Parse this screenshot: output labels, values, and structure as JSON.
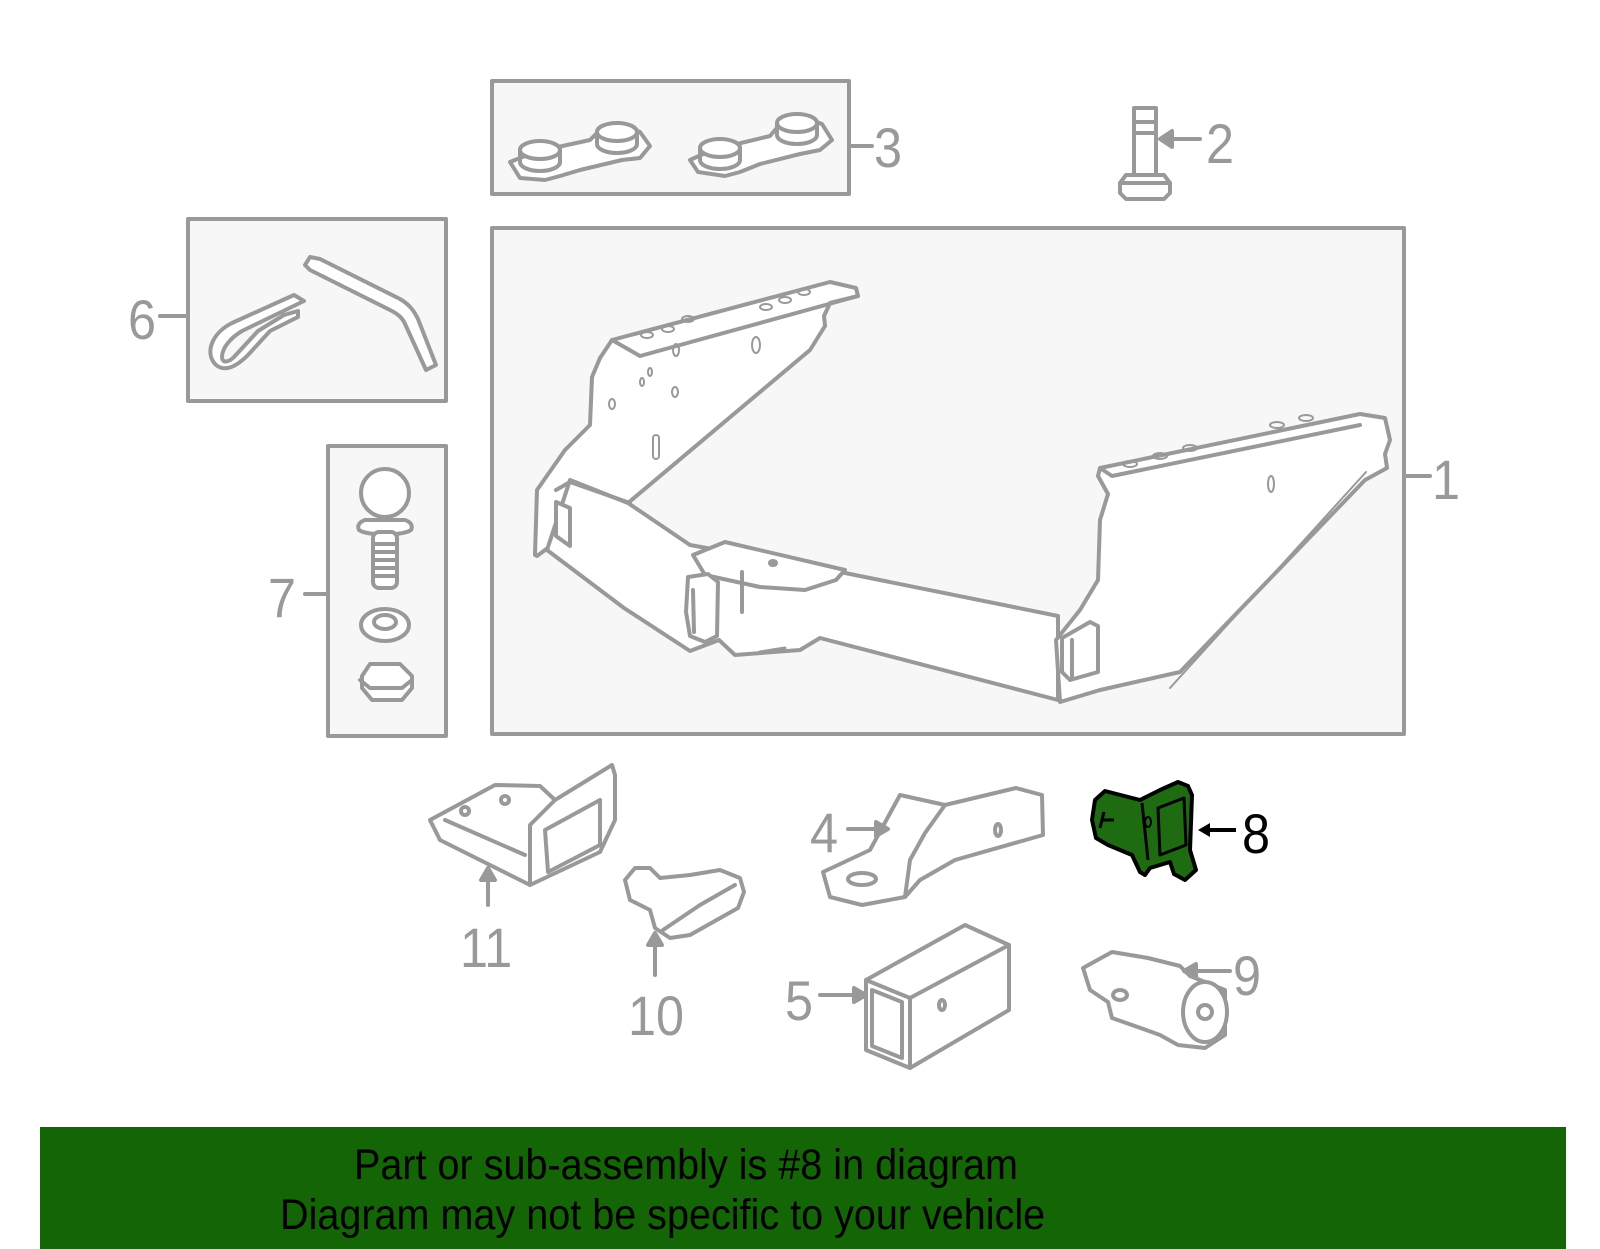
{
  "diagram": {
    "title": "Trailer hitch exploded parts diagram",
    "highlighted_part": "8",
    "colors": {
      "line": "#999999",
      "box_fill": "#f7f7f7",
      "highlight_fill": "#1e6b12",
      "highlight_stroke": "#000000",
      "banner_bg": "#136505",
      "banner_text": "#000000"
    },
    "callouts": [
      {
        "id": "1",
        "label": "1",
        "part": "hitch-receiver-assembly"
      },
      {
        "id": "2",
        "label": "2",
        "part": "bolt"
      },
      {
        "id": "3",
        "label": "3",
        "part": "mounting-brackets"
      },
      {
        "id": "4",
        "label": "4",
        "part": "ball-mount"
      },
      {
        "id": "5",
        "label": "5",
        "part": "receiver-sleeve"
      },
      {
        "id": "6",
        "label": "6",
        "part": "hitch-pin-and-clip"
      },
      {
        "id": "7",
        "label": "7",
        "part": "hitch-ball-kit"
      },
      {
        "id": "8",
        "label": "8",
        "part": "7-way-trailer-connector"
      },
      {
        "id": "9",
        "label": "9",
        "part": "round-trailer-connector"
      },
      {
        "id": "10",
        "label": "10",
        "part": "4-pin-connector"
      },
      {
        "id": "11",
        "label": "11",
        "part": "connector-bracket"
      }
    ]
  },
  "banner": {
    "line1": "Part or sub-assembly is #8 in diagram",
    "line2": "Diagram may not be specific to your vehicle"
  }
}
